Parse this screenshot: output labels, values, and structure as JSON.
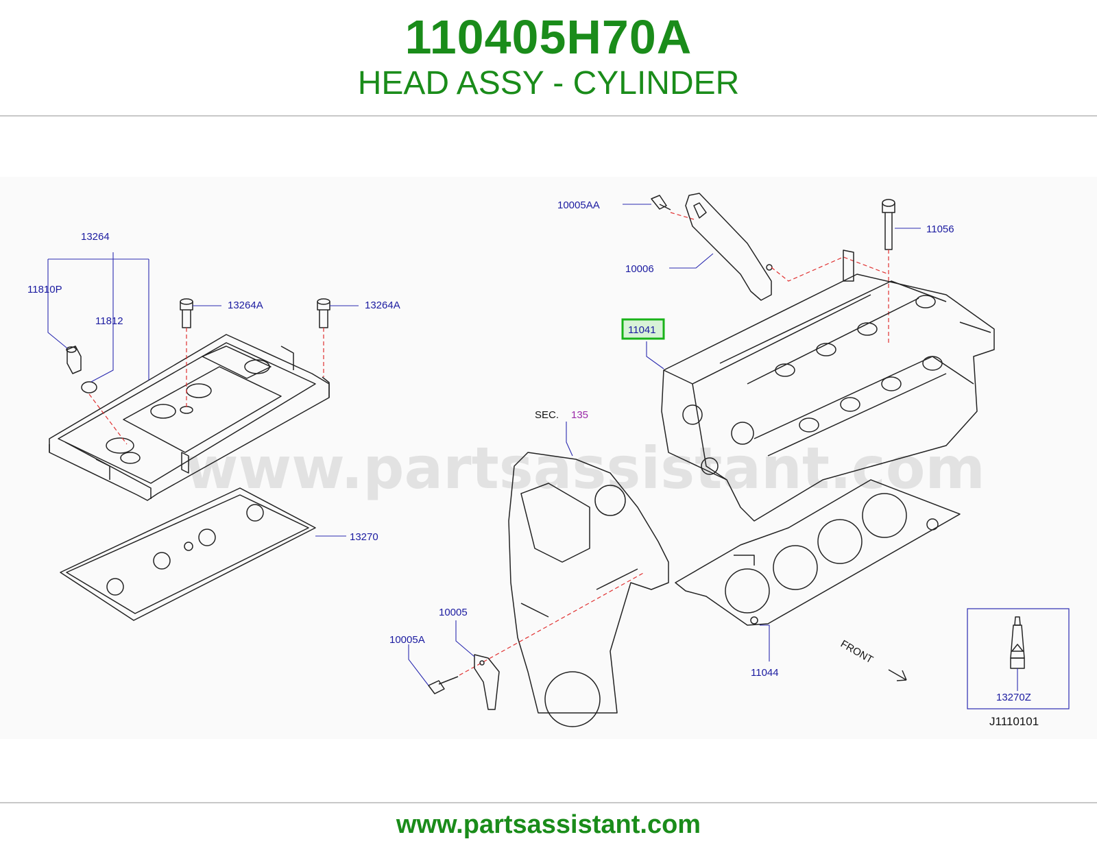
{
  "header": {
    "part_number": "110405H70A",
    "description": "HEAD ASSY - CYLINDER"
  },
  "diagram": {
    "watermark": "www.partsassistant.com",
    "callouts": {
      "c13264": "13264",
      "c11810P": "11810P",
      "c11812": "11812",
      "c13264A_1": "13264A",
      "c13264A_2": "13264A",
      "c13270": "13270",
      "c10005AA": "10005AA",
      "c10006": "10006",
      "c11056": "11056",
      "c11041": "11041",
      "sec_label": "SEC.",
      "sec_number": "135",
      "c10005": "10005",
      "c10005A": "10005A",
      "c11044": "11044",
      "front": "FRONT",
      "c13270Z": "13270Z",
      "drawing_id": "J1110101"
    },
    "highlight_color": "#19b319"
  },
  "footer": {
    "url": "www.partsassistant.com"
  }
}
